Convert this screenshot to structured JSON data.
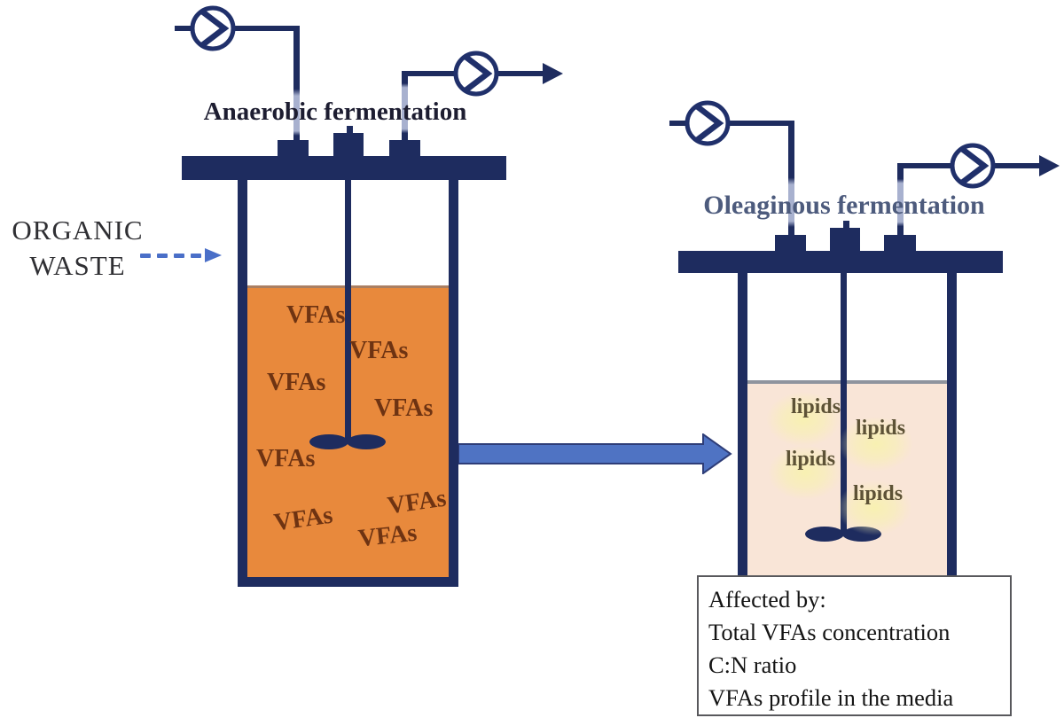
{
  "organic_waste": {
    "line1": "ORGANIC",
    "line2": "WASTE"
  },
  "anaerobic": {
    "title": "Anaerobic fermentation",
    "labels": [
      "VFAs",
      "VFAs",
      "VFAs",
      "VFAs",
      "VFAs",
      "VFAs",
      "VFAs",
      "VFAs"
    ]
  },
  "oleaginous": {
    "title": "Oleaginous fermentation",
    "labels": [
      "lipids",
      "lipids",
      "lipids",
      "lipids"
    ]
  },
  "affected_box": {
    "lines": [
      "Affected by:",
      "Total VFAs concentration",
      "C:N ratio",
      "VFAs profile in the media"
    ]
  },
  "icons": {
    "pump": "pump-icon",
    "flow_arrow": "flow-arrow-icon",
    "organic_waste_arrow": "dashed-arrow-icon",
    "stirrer": "stirrer-impeller-icon"
  },
  "colors": {
    "structure_navy": "#1e2c5f",
    "vfa_liquid_orange": "#e8893c",
    "lipid_liquid_pink": "#f9e5d7",
    "flow_arrow_blue": "#4f73c3",
    "dashed_arrow_blue": "#4a6fc8",
    "vfas_text": "#6e3312",
    "lipids_text": "#5d5236",
    "anaerobic_title": "#1d1d31",
    "oleaginous_title": "#4d5b7d",
    "glow_yellow": "#f7f0b4"
  }
}
